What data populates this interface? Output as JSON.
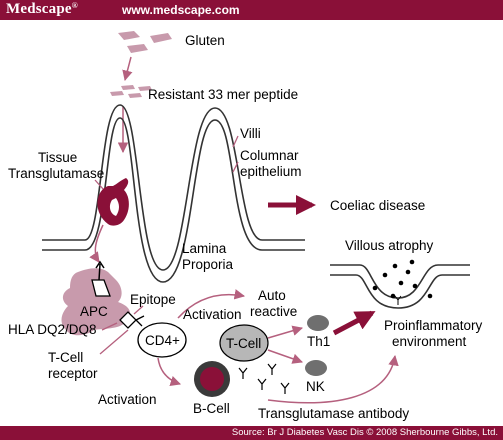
{
  "header": {
    "brand": "Medscape",
    "brand_mark": "®",
    "site": "www.medscape.com",
    "bar_color": "#8a1038"
  },
  "footer": {
    "source": "Source: Br J Diabetes Vasc Dis © 2008 Sherbourne Gibbs, Ltd."
  },
  "diagram": {
    "labels": {
      "gluten": "Gluten",
      "peptide": "Resistant 33 mer peptide",
      "tissue": "Tissue",
      "transglutamase": "Transglutamase",
      "villi": "Villi",
      "columnar": "Columnar",
      "epithelium": "epithelium",
      "coeliac": "Coeliac disease",
      "lamina": "Lamina",
      "proporia": "Proporia",
      "villous_atrophy": "Villous atrophy",
      "apc": "APC",
      "epitope": "Epitope",
      "auto": "Auto",
      "reactive": "reactive",
      "activation_top": "Activation",
      "cd4": "CD4+",
      "tcell": "T-Cell",
      "th1": "Th1",
      "proinflammatory": "Proinflammatory",
      "environment": "environment",
      "hla": "HLA DQ2/DQ8",
      "tcell_receptor_1": "T-Cell",
      "tcell_receptor_2": "receptor",
      "nk": "NK",
      "activation_bottom": "Activation",
      "bcell": "B-Cell",
      "antibody": "Transglutamase antibody"
    },
    "colors": {
      "pink_shape": "#c89aac",
      "dark_red": "#8a1038",
      "arrow": "#b5607e",
      "gray_cell": "#b7b7b7",
      "dark_cell": "#6f6f6f"
    }
  }
}
